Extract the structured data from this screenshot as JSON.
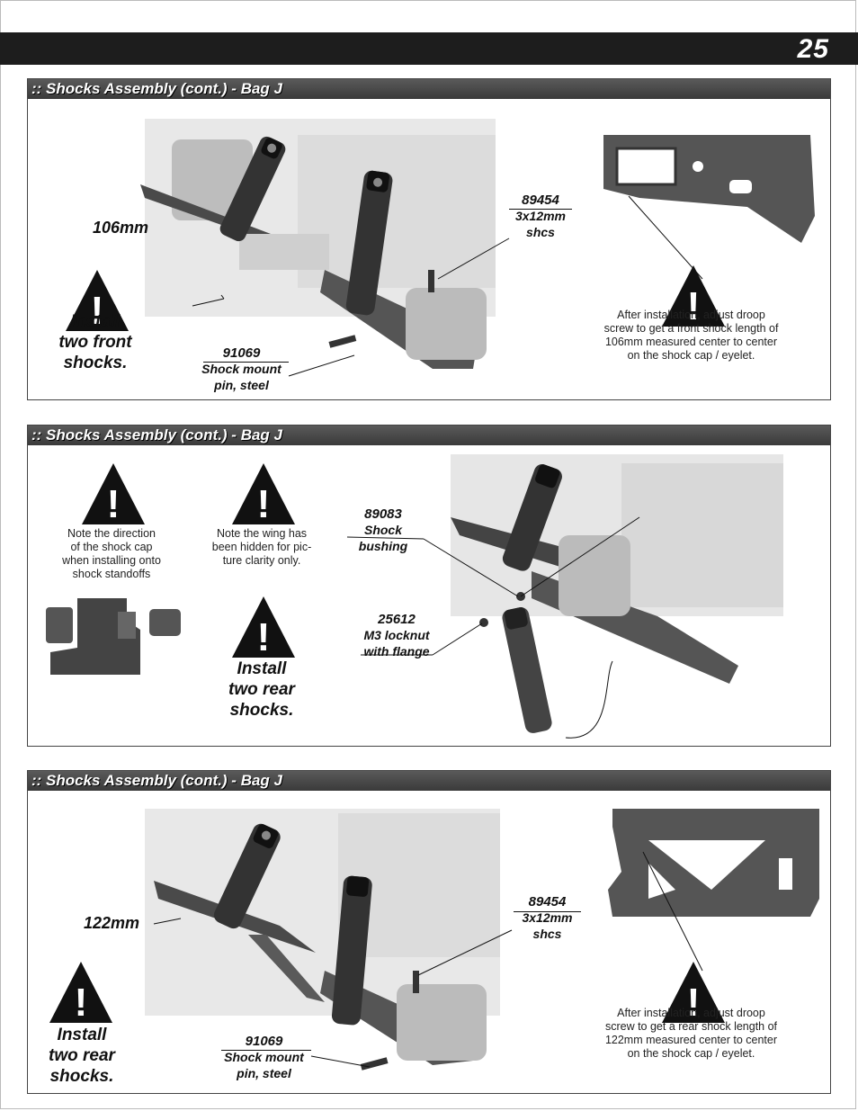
{
  "page_number": "25",
  "sections": [
    {
      "title": ":: Shocks Assembly (cont.) - Bag J",
      "measure": "106mm",
      "part_a": {
        "number": "89454",
        "desc1": "3x12mm",
        "desc2": "shcs"
      },
      "part_b": {
        "number": "91069",
        "desc1": "Shock mount",
        "desc2": "pin, steel"
      },
      "install": [
        "Install",
        "two front",
        "shocks."
      ],
      "note": [
        "After installation, adjust droop",
        "screw to get a front shock length of",
        "106mm measured center to center",
        "on the shock cap / eyelet."
      ]
    },
    {
      "title": ":: Shocks Assembly (cont.) - Bag J",
      "note_a": [
        "Note the direction",
        "of the shock cap",
        "when installing onto",
        "shock standoffs"
      ],
      "note_b": [
        "Note the wing has",
        "been hidden for pic-",
        "ture clarity only."
      ],
      "part_a": {
        "number": "89083",
        "desc1": "Shock",
        "desc2": "bushing"
      },
      "part_b": {
        "number": "25612",
        "desc1": "M3 locknut",
        "desc2": "with flange"
      },
      "install": [
        "Install",
        "two rear",
        "shocks."
      ]
    },
    {
      "title": ":: Shocks Assembly (cont.) - Bag J",
      "measure": "122mm",
      "part_a": {
        "number": "89454",
        "desc1": "3x12mm",
        "desc2": "shcs"
      },
      "part_b": {
        "number": "91069",
        "desc1": "Shock mount",
        "desc2": "pin, steel"
      },
      "install": [
        "Install",
        "two rear",
        "shocks."
      ],
      "note": [
        "After installation, adjust droop",
        "screw to get a rear shock length of",
        "122mm measured center to center",
        "on the shock cap / eyelet."
      ]
    }
  ],
  "icons": {
    "warning": "!"
  }
}
